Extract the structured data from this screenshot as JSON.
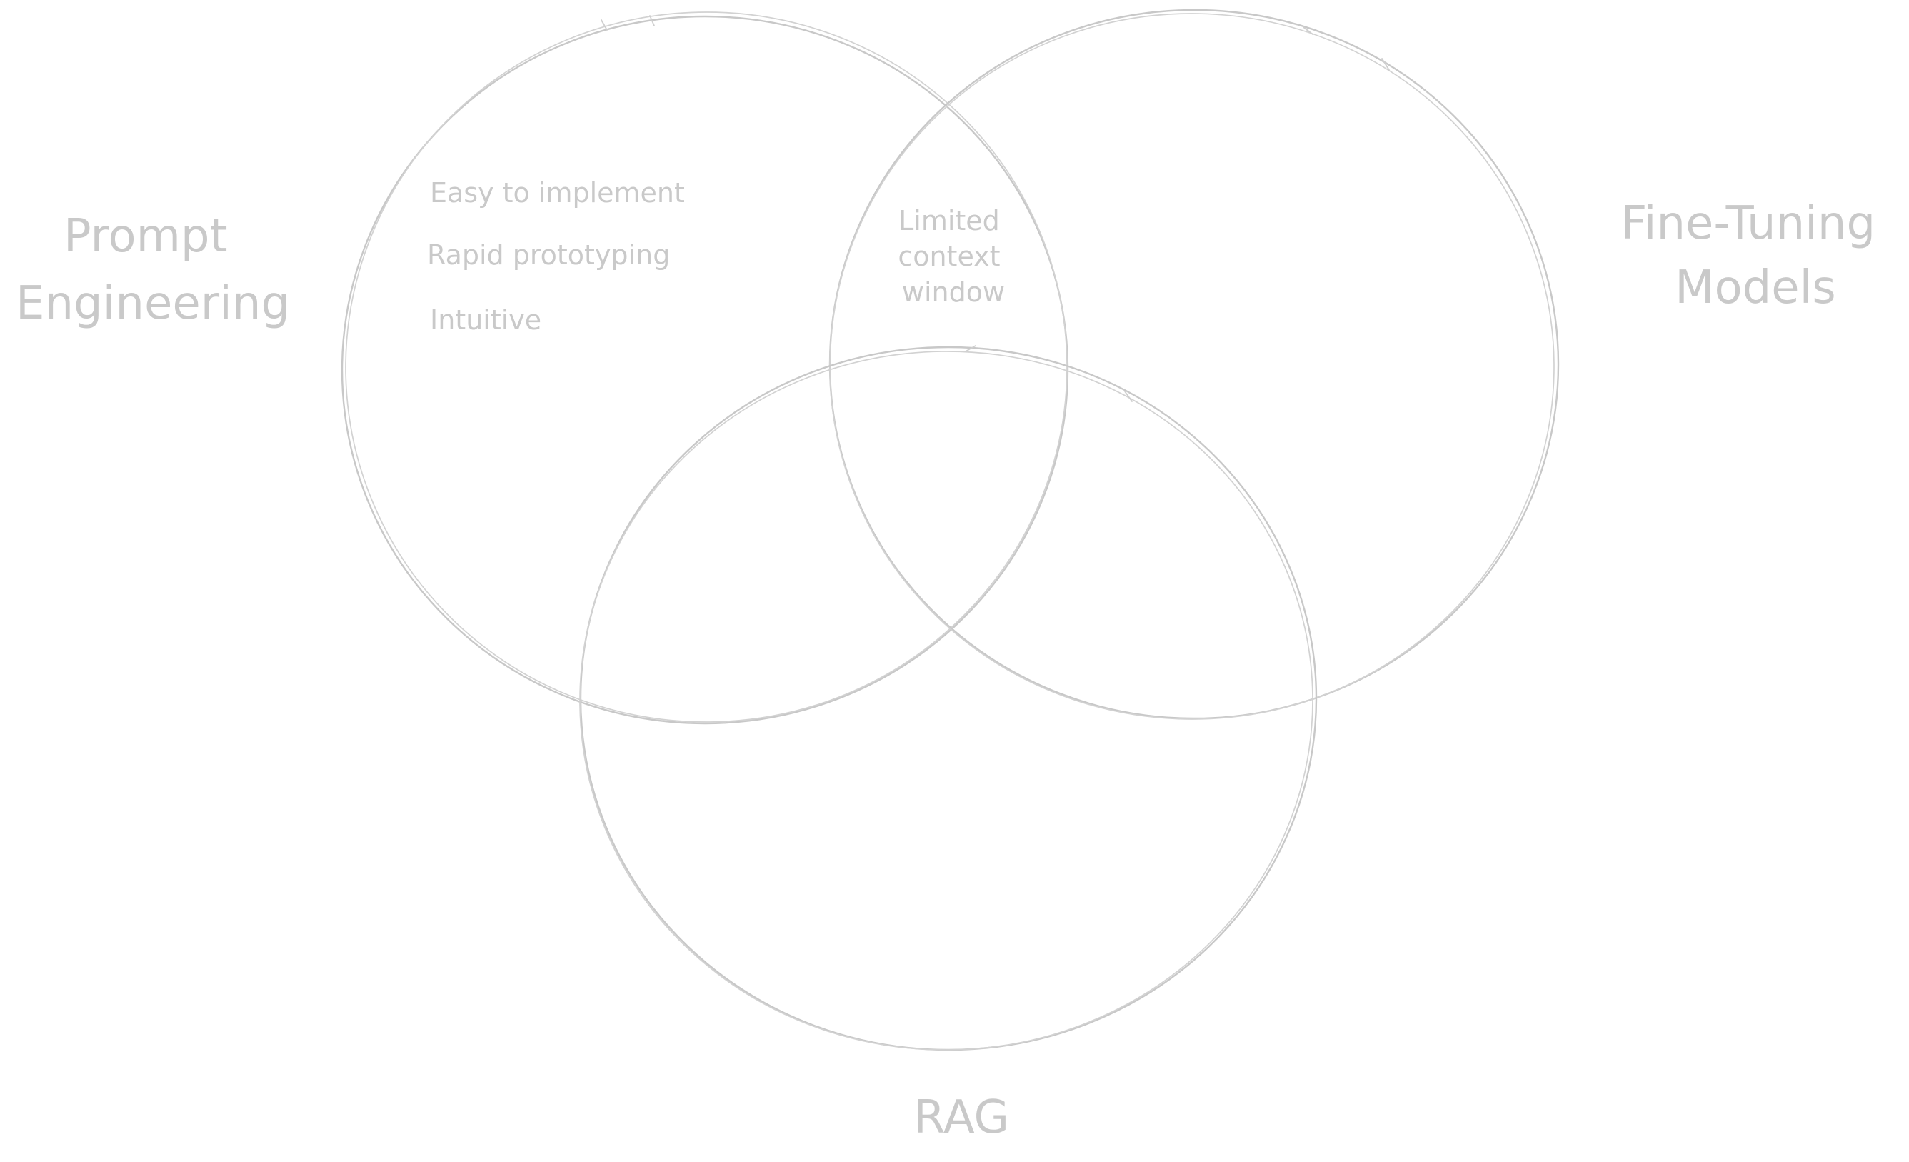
{
  "diagram": {
    "type": "venn",
    "sets": [
      {
        "id": "prompt",
        "label_lines": [
          "Prompt",
          "Engineering"
        ]
      },
      {
        "id": "finetune",
        "label_lines": [
          "Fine-Tuning",
          "Models"
        ]
      },
      {
        "id": "rag",
        "label_lines": [
          "RAG"
        ]
      }
    ],
    "prompt_items": [
      "Easy to implement",
      "Rapid prototyping",
      "Intuitive"
    ],
    "overlap_prompt_finetune_items": [
      "Limited",
      "context",
      "window"
    ]
  },
  "colors": {
    "background": "#ffffff",
    "stroke": "#c8c8c8",
    "text": "#c9c9c9"
  }
}
